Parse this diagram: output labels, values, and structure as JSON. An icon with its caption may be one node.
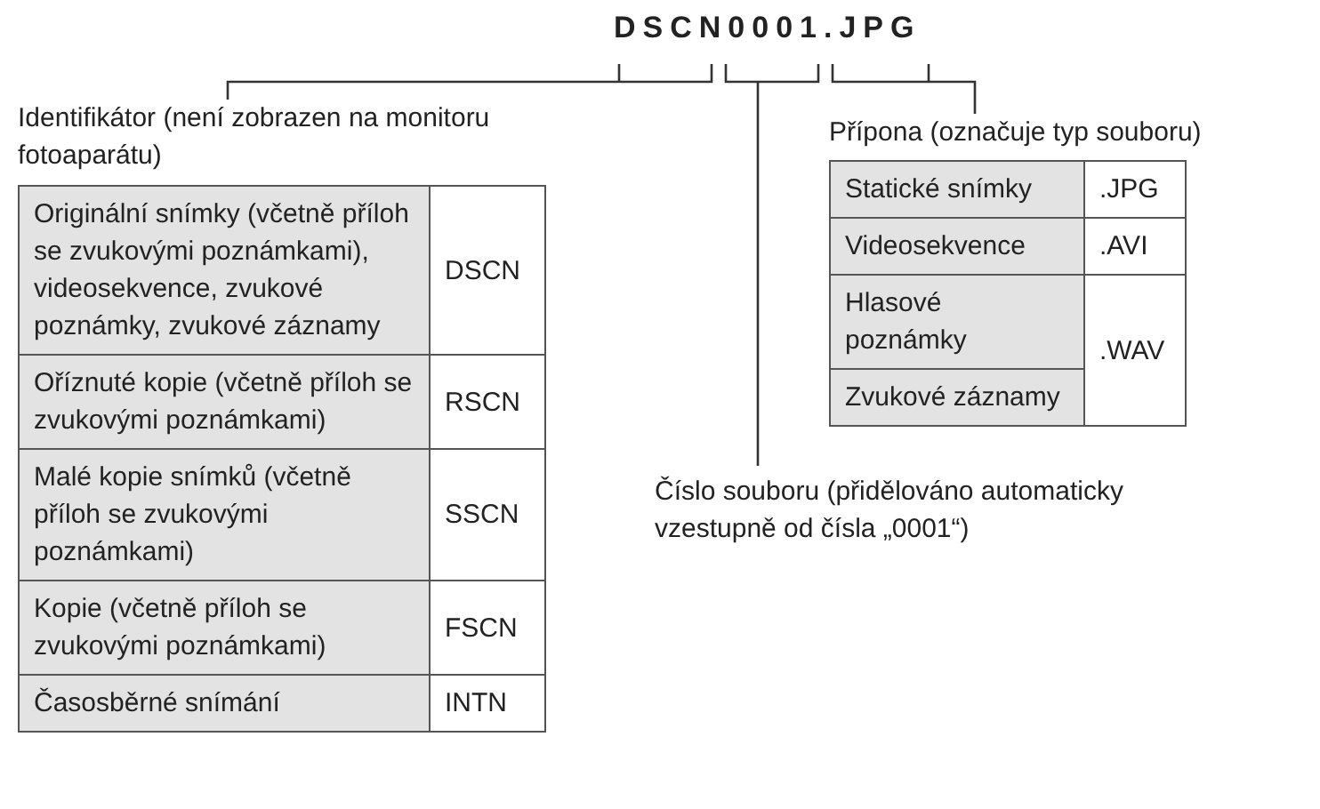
{
  "diagram": {
    "title": "DSCN0001.JPG",
    "labels": [
      "Identifikátor (není zobrazen na monitoru fotoaparátu)",
      "Přípona (označuje typ souboru)",
      "Originální snímky (včetně příloh se zvukovými poznámkami), videosekvence, zvukové poznámky, zvukové záznamy",
      "DSCN",
      "Oříznuté kopie (včetně příloh se zvukovými poznámkami)",
      "RSCN",
      "Malé kopie snímků (včetně příloh se zvukovými poznámkami)",
      "SSCN",
      "Kopie (včetně příloh se zvukovými poznámkami)",
      "FSCN",
      "Časosběrné snímání",
      "INTN",
      "Statické snímky",
      ".JPG",
      "Videosekvence",
      ".AVI",
      "Hlasové poznámky",
      ".WAV",
      "Zvukové záznamy",
      "Číslo souboru (přidělováno automaticky vzestupně od čísla „0001“)"
    ]
  }
}
